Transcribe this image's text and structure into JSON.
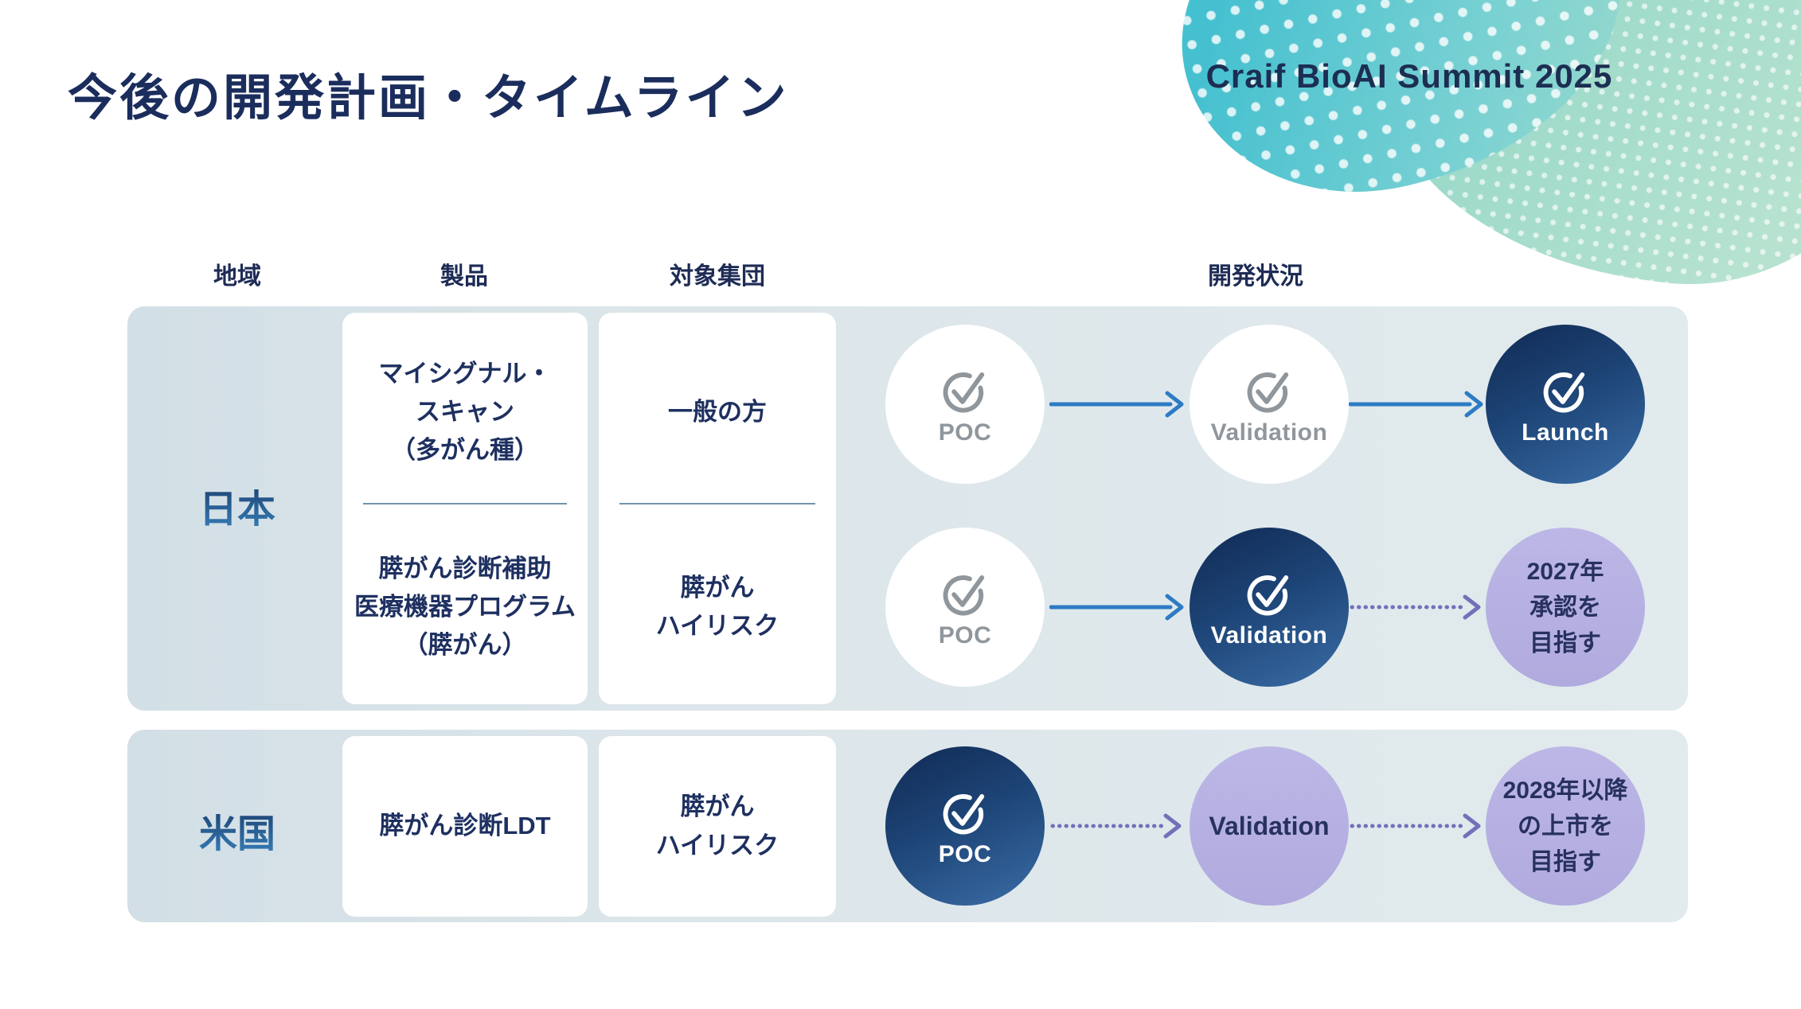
{
  "slide": {
    "title": "今後の開発計画・タイムライン",
    "brand": "Craif BioAI Summit 2025"
  },
  "table": {
    "headers": {
      "region": "地域",
      "product": "製品",
      "target": "対象集団",
      "status": "開発状況"
    },
    "rows": [
      {
        "region": "日本",
        "subrows": [
          {
            "product": "マイシグナル・\nスキャン\n（多がん種）",
            "target": "一般の方",
            "stages": [
              {
                "label": "POC",
                "state": "pending",
                "icon": "check-icon"
              },
              {
                "label": "Validation",
                "state": "pending",
                "icon": "check-icon"
              },
              {
                "label": "Launch",
                "state": "done",
                "icon": "check-icon"
              }
            ],
            "arrows": [
              "solid",
              "solid"
            ]
          },
          {
            "product": "膵がん診断補助\n医療機器プログラム\n（膵がん）",
            "target": "膵がん\nハイリスク",
            "stages": [
              {
                "label": "POC",
                "state": "pending",
                "icon": "check-icon"
              },
              {
                "label": "Validation",
                "state": "done",
                "icon": "check-icon"
              },
              {
                "label": "2027年\n承認を\n目指す",
                "state": "goal",
                "icon": null
              }
            ],
            "arrows": [
              "solid",
              "dotted"
            ]
          }
        ]
      },
      {
        "region": "米国",
        "subrows": [
          {
            "product": "膵がん診断LDT",
            "target": "膵がん\nハイリスク",
            "stages": [
              {
                "label": "POC",
                "state": "done",
                "icon": "check-icon"
              },
              {
                "label": "Validation",
                "state": "goal",
                "icon": null
              },
              {
                "label": "2028年以降\nの上市を\n目指す",
                "state": "goal",
                "icon": null
              }
            ],
            "arrows": [
              "dotted",
              "dotted"
            ]
          }
        ]
      }
    ]
  },
  "colors": {
    "title_navy": "#1b2d5c",
    "text_navy": "#1e3060",
    "band_background": "#dce6ea",
    "circle_done_top": "#122d58",
    "circle_done_bottom": "#3a6da6",
    "circle_goal_lavender": "#b6b0e0",
    "pending_gray": "#8f969c",
    "arrow_blue": "#2d7bc4",
    "arrow_purple": "#7370ba",
    "divider_blue": "#6f94ad",
    "blob_teal": "#45c0d0",
    "blob_mint": "#b7e2d0"
  }
}
